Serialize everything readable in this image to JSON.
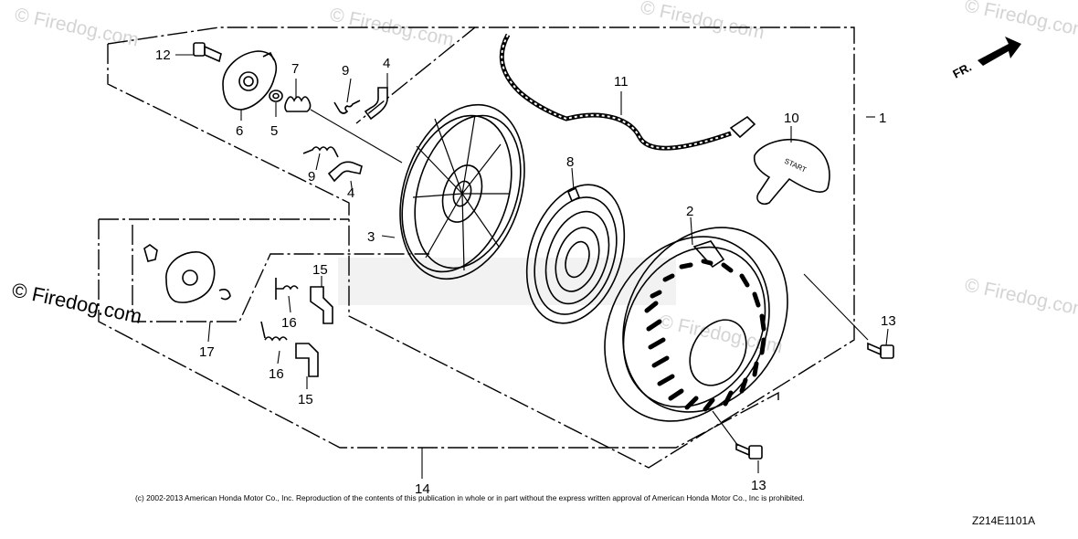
{
  "watermarks": {
    "main": "© Firedog.com",
    "top_left": "© Firedog.com",
    "top_mid": "© Firedog.com",
    "top_right": "© Firedog.com",
    "mid_right": "© Firedog.com",
    "center": "© Firedog.com",
    "center_right": "© Firedog.com"
  },
  "direction_indicator": "FR.",
  "callouts": {
    "c1": "1",
    "c2": "2",
    "c3": "3",
    "c4a": "4",
    "c4b": "4",
    "c5": "5",
    "c6": "6",
    "c7": "7",
    "c8": "8",
    "c9a": "9",
    "c9b": "9",
    "c10": "10",
    "c11": "11",
    "c12": "12",
    "c13a": "13",
    "c13b": "13",
    "c14": "14",
    "c15a": "15",
    "c15b": "15",
    "c16a": "16",
    "c16b": "16",
    "c17": "17"
  },
  "start_grip_text": "START",
  "copyright": "(c) 2002-2013 American Honda Motor Co., Inc. Reproduction of the contents of this publication in whole or in part without the express written approval of American Honda Motor Co., Inc is prohibited.",
  "diagram_code": "Z214E1101A"
}
